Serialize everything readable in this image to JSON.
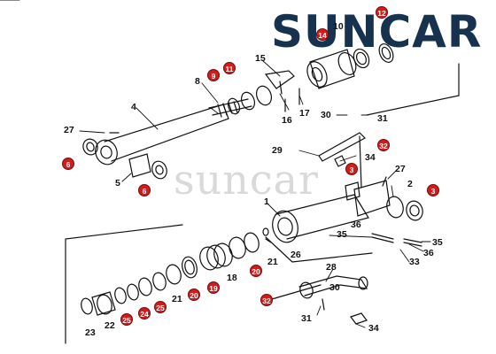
{
  "brand": {
    "logo_text": "SUNCAR",
    "watermark": "suncar",
    "color": "#16324f",
    "badge_color": "#d01c1c"
  },
  "parts": {
    "p1": "1",
    "p2": "2",
    "p3": "3",
    "p4": "4",
    "p5": "5",
    "p6": "6",
    "p8": "8",
    "p9": "9",
    "p10": "10",
    "p11": "11",
    "p12": "12",
    "p14": "14",
    "p15": "15",
    "p16": "16",
    "p17": "17",
    "p18": "18",
    "p19": "19",
    "p20": "20",
    "p21": "21",
    "p22": "22",
    "p23": "23",
    "p24": "24",
    "p25": "25",
    "p26": "26",
    "p27": "27",
    "p28": "28",
    "p29": "29",
    "p30": "30",
    "p31": "31",
    "p32": "32",
    "p33": "33",
    "p34": "34",
    "p35": "35",
    "p36": "36"
  }
}
